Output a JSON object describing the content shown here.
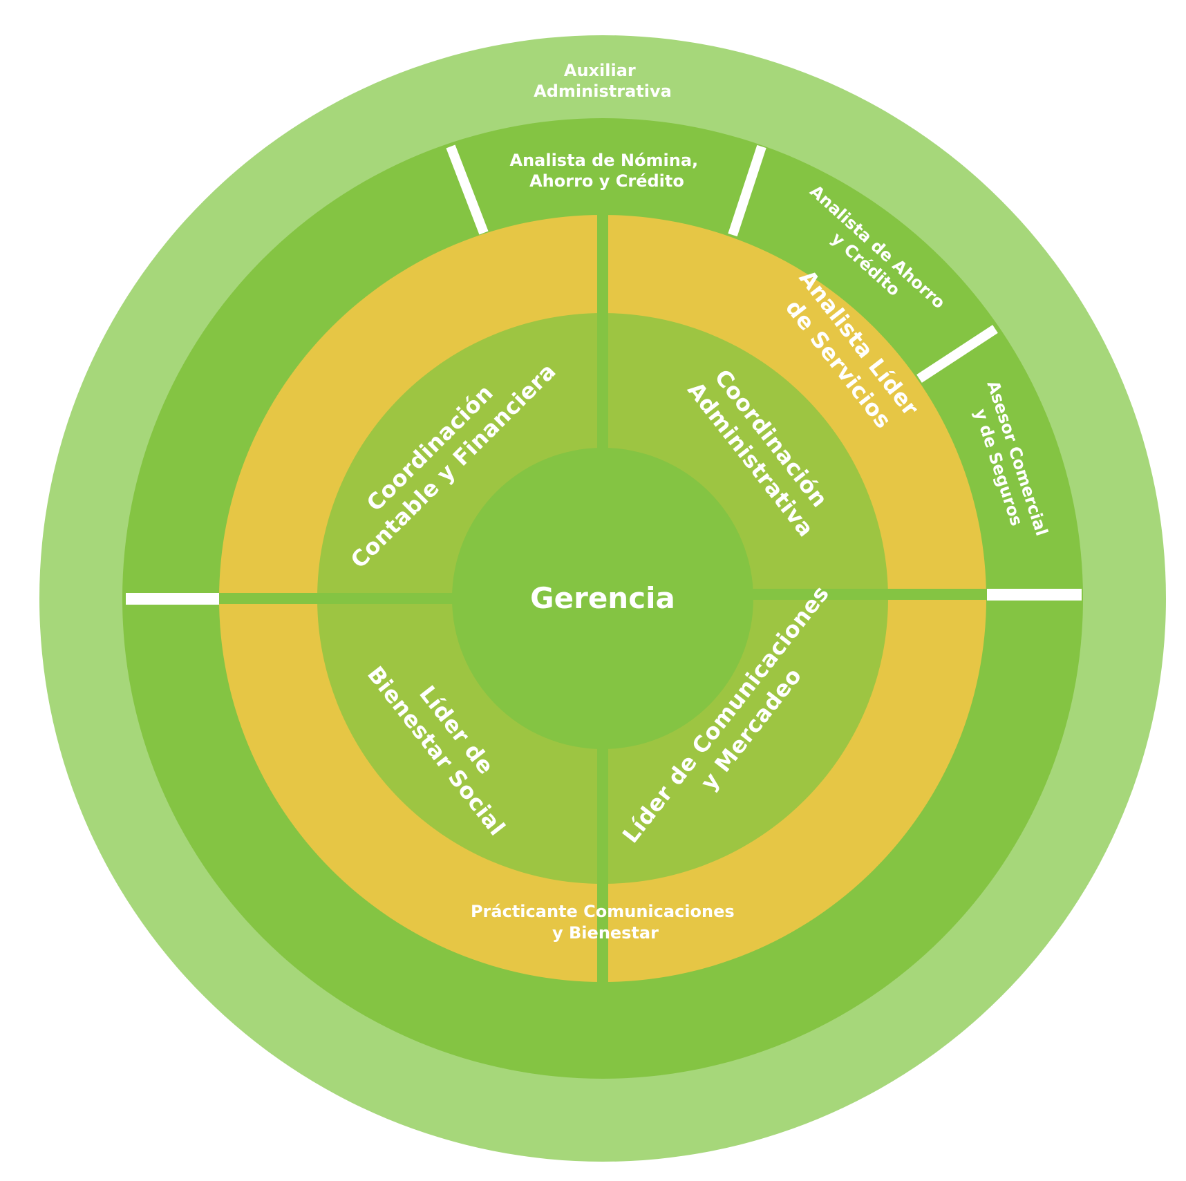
{
  "colors": {
    "outer_ring": "#A6D77A",
    "middle_ring": "#84C443",
    "yellow_ring": "#E6C645",
    "inner_ring": "#9DC542",
    "center": "#84C443",
    "divider": "#ffffff",
    "text": "#ffffff"
  },
  "center": {
    "label": "Gerencia"
  },
  "inner": {
    "top_left": [
      "Coordinación",
      "Contable y Financiera"
    ],
    "top_right": [
      "Coordinación",
      "Administrativa"
    ],
    "bottom_left": [
      "Líder de",
      "Bienestar Social"
    ],
    "bottom_right": [
      "Líder de Comunicaciones",
      "y Mercadeo"
    ]
  },
  "yellow_ring": {
    "top_right": [
      "Analista Líder",
      "de Servicios"
    ],
    "bottom": [
      "Prácticante Comunicaciones",
      "y Bienestar"
    ]
  },
  "middle_ring": {
    "top": [
      "Analista de Nómina,",
      "Ahorro y Crédito"
    ],
    "top_right": [
      "Analista de Ahorro",
      "y Crédito"
    ],
    "right": [
      "Asesor Comercial",
      "y de Seguros"
    ]
  },
  "outer_ring": {
    "top": [
      "Auxiliar",
      "Administrativa"
    ]
  }
}
